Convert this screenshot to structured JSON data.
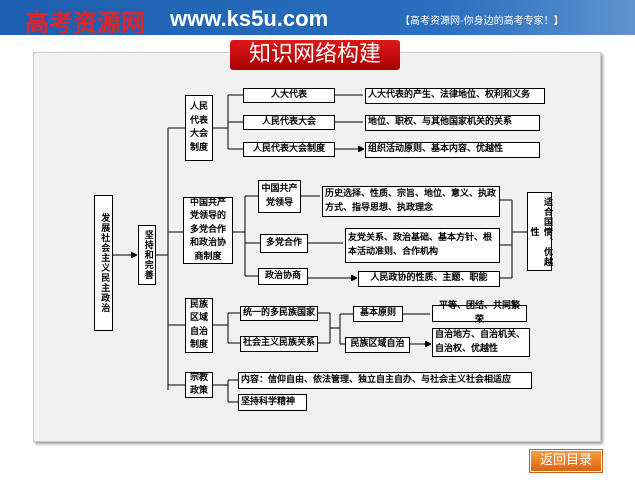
{
  "header": {
    "logo": "高考资源网",
    "url": "www.ks5u.com",
    "slogan": "【高考资源网-你身边的高考专家！】"
  },
  "title": "知识网络构建",
  "map": {
    "root": "发展社会主义民主政治",
    "level1": "坚持和完善",
    "npc": {
      "label": "人民代表大会制度",
      "items": [
        {
          "name": "人大代表",
          "detail": "人大代表的产生、法律地位、权利和义务"
        },
        {
          "name": "人民代表大会",
          "detail": "地位、职权、与其他国家机关的关系"
        },
        {
          "name": "人民代表大会制度",
          "detail": "组织活动原则、基本内容、优越性"
        }
      ]
    },
    "cpc": {
      "label": "中国共产党领导的多党合作和政治协商制度",
      "items": [
        {
          "name": "中国共产党领导",
          "detail": "历史选择、性质、宗旨、地位、意义、执政方式、指导思想、执政理念"
        },
        {
          "name": "多党合作",
          "detail": "友党关系、政治基础、基本方针、根本活动准则、合作机构"
        },
        {
          "name": "政治协商",
          "detail": "人民政协的性质、主题、职能"
        }
      ],
      "conclusion": "适合国情、优越性"
    },
    "ethnic": {
      "label": "民族区域自治制度",
      "a": "统一的多民族国家",
      "b": "社会主义民族关系",
      "c": "基本原则",
      "d": "民族区域自治",
      "e": "平等、团结、共同繁荣",
      "f": "自治地方、自治机关、自治权、优越性"
    },
    "religion": {
      "label": "宗教政策",
      "content": "内容：信仰自由、依法管理、独立自主自办、与社会主义社会相适应",
      "spirit": "坚持科学精神"
    }
  },
  "back_button": "返回目录"
}
